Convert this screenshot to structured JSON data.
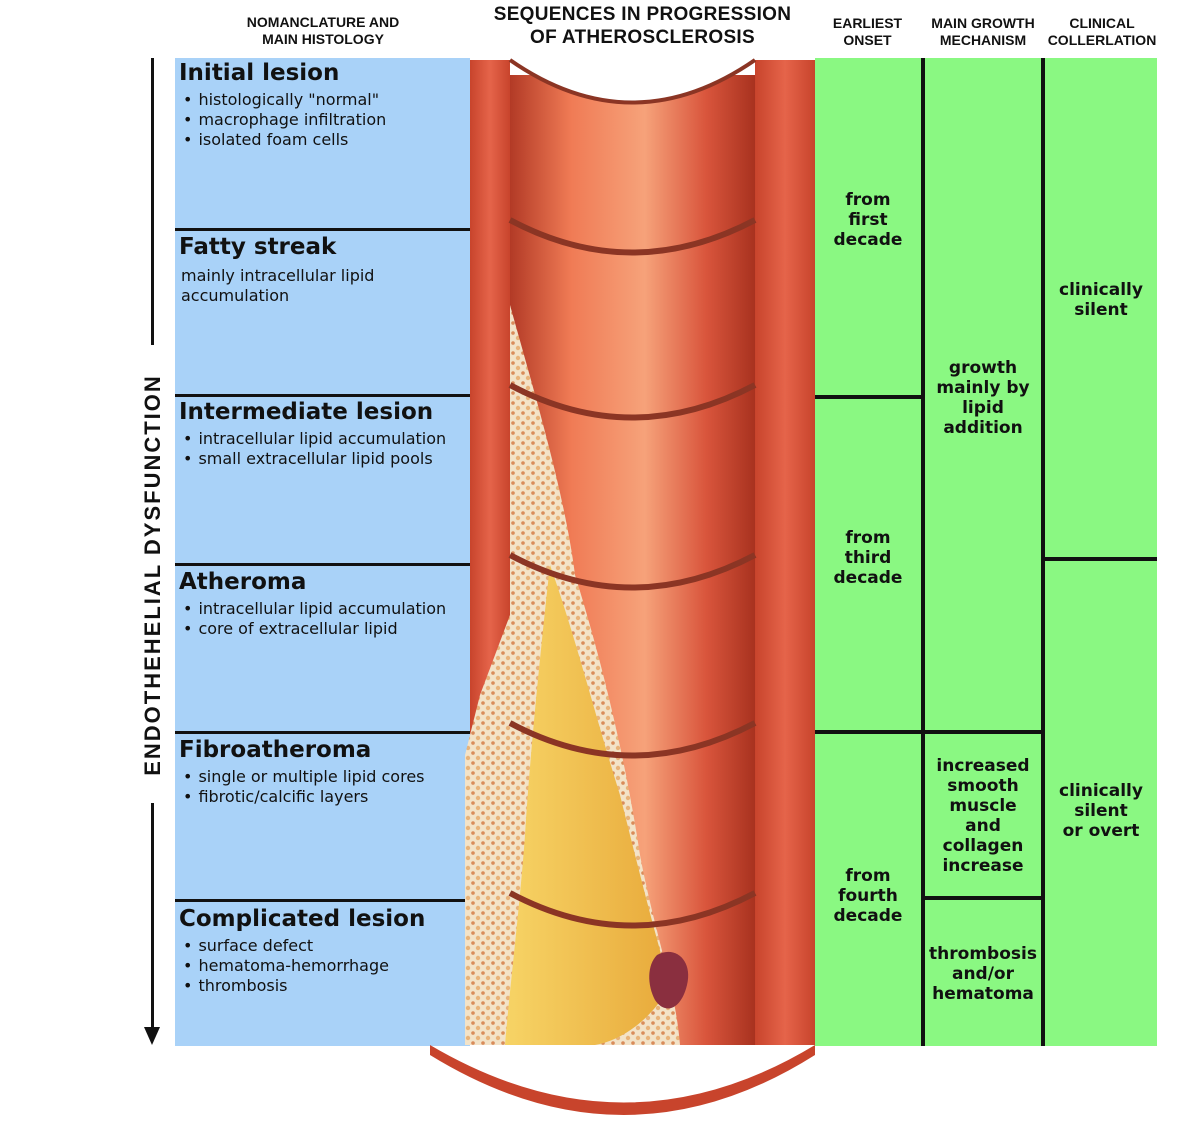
{
  "headers": {
    "nomenclature": "NOMANCLATURE AND\nMAIN HISTOLOGY",
    "sequences": "SEQUENCES IN PROGRESSION\nOF ATHEROSCLEROSIS",
    "onset": "EARLIEST\nONSET",
    "growth": "MAIN GROWTH\nMECHANISM",
    "clinical": "CLINICAL\nCOLLERLATION"
  },
  "axis_label": "ENDOTHEHELIAL   DYSFUNCTION",
  "stages": [
    {
      "title": "Initial lesion",
      "items": [
        "histologically \"normal\"",
        "macrophage infiltration",
        "isolated foam cells"
      ]
    },
    {
      "title": "Fatty streak",
      "text": "mainly intracellular lipid\naccumulation"
    },
    {
      "title": "Intermediate lesion",
      "items": [
        "intracellular lipid accumulation",
        "small extracellular lipid pools"
      ]
    },
    {
      "title": "Atheroma",
      "items": [
        "intracellular lipid accumulation",
        "core of extracellular lipid"
      ]
    },
    {
      "title": "Fibroatheroma",
      "items": [
        "single or multiple lipid cores",
        "fibrotic/calcific layers"
      ]
    },
    {
      "title": "Complicated lesion",
      "items": [
        "surface defect",
        "hematoma-hemorrhage",
        "thrombosis"
      ]
    }
  ],
  "onset": [
    "from\nfirst\ndecade",
    "from\nthird\ndecade",
    "from\nfourth\ndecade"
  ],
  "growth": [
    "growth\nmainly by\nlipid\naddition",
    "increased\nsmooth\nmuscle\nand\ncollagen\nincrease",
    "thrombosis\nand/or\nhematoma"
  ],
  "clinical": [
    "clinically\nsilent",
    "clinically\nsilent\nor overt"
  ],
  "colors": {
    "left_panel": "#a9d2f8",
    "green_panel": "#8af882",
    "artery_wall": "#d9553c",
    "lipid_core": "#f5c342"
  }
}
